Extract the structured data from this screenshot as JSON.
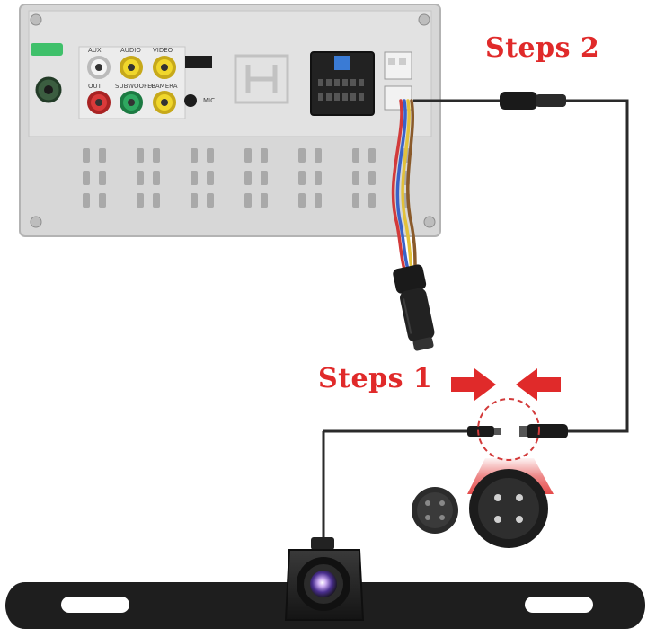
{
  "steps": {
    "step1_label": "Steps 1",
    "step2_label": "Steps 2"
  },
  "head_unit": {
    "port_labels_top": [
      "AUX",
      "AUDIO",
      "VIDEO"
    ],
    "port_labels_bottom": [
      "OUT",
      "SUBWOOFER",
      "CAMERA"
    ],
    "mic_label": "MIC"
  },
  "colors": {
    "accent_red": "#e02a2a",
    "unit_body": "#d9d9d9",
    "cable": "#2a2a2a",
    "wire_colors": [
      "#d23a3a",
      "#3a62c8",
      "#e2c13a",
      "#8a5a2a"
    ]
  },
  "icons": [
    "red-arrow-right-icon",
    "red-arrow-left-icon",
    "connector-female-icon",
    "connector-male-icon",
    "camera-lens-icon"
  ]
}
